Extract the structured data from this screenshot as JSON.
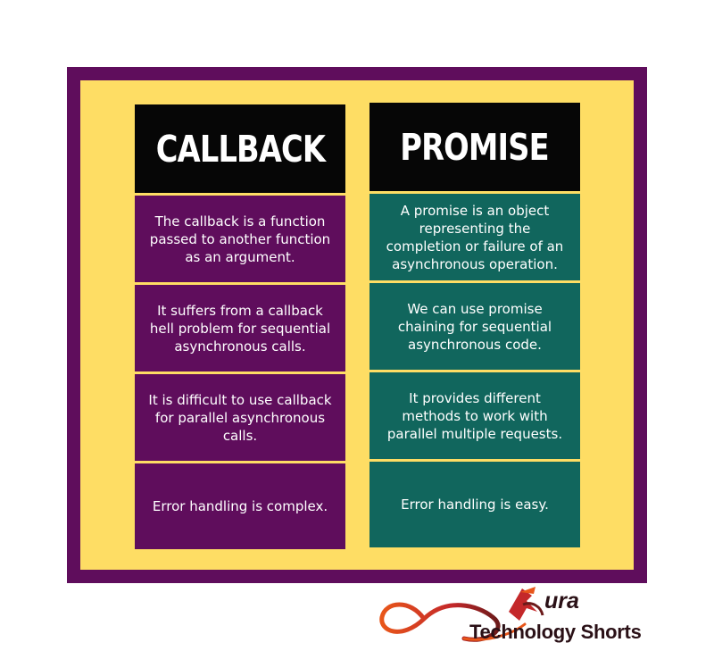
{
  "callback": {
    "title": "CALLBACK",
    "rows": [
      "The callback is a function passed to another function as an argument.",
      "It suffers from a callback hell problem for sequential asynchronous calls.",
      "It is difficult to use callback for parallel asynchronous calls.",
      "Error handling is complex."
    ]
  },
  "promise": {
    "title": "PROMISE",
    "rows": [
      "A promise is an object representing the completion or failure of an asynchronous operation.",
      "We can use promise chaining for sequential asynchronous code.",
      "It provides different methods to work with parallel multiple requests.",
      "Error handling is easy."
    ]
  },
  "logo": {
    "brand": "ura",
    "subtitle": "Technology Shorts"
  },
  "colors": {
    "purple": "#5f0d5c",
    "yellow": "#fedd64",
    "teal": "#11665d",
    "black": "#060606"
  }
}
